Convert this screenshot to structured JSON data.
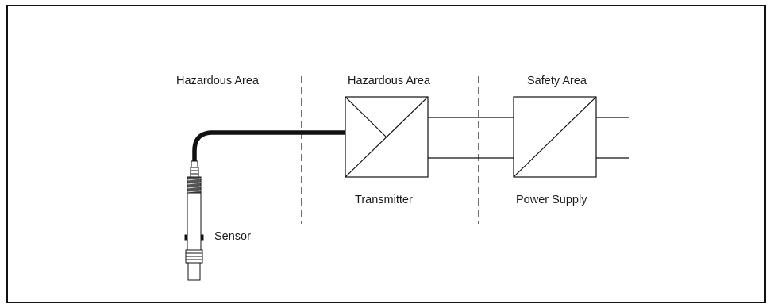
{
  "areas": {
    "left": "Hazardous Area",
    "middle": "Hazardous Area",
    "right": "Safety Area"
  },
  "components": {
    "transmitter": "Transmitter",
    "power_supply": "Power Supply",
    "sensor": "Sensor"
  }
}
